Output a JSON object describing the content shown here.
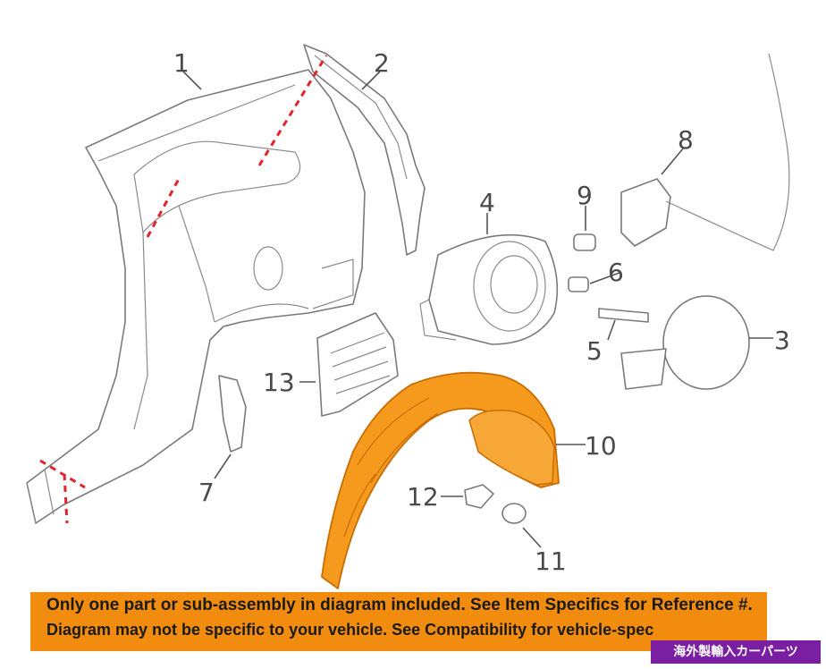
{
  "diagram": {
    "callouts": {
      "c1": "1",
      "c2": "2",
      "c3": "3",
      "c4": "4",
      "c5": "5",
      "c6": "6",
      "c7": "7",
      "c8": "8",
      "c9": "9",
      "c10": "10",
      "c11": "11",
      "c12": "12",
      "c13": "13"
    },
    "highlight_color": "#f59a1c",
    "cut_line_color": "#e0242a"
  },
  "banner": {
    "line1": "Only one part or sub-assembly in diagram included. See Item Specifics for Reference #.",
    "line2": "Diagram may not be specific to your vehicle. See Compatibility for vehicle-spec",
    "color": "#f28c0f"
  },
  "badge": {
    "text": "海外製輸入カーパーツ",
    "color": "#7b1fa2"
  }
}
